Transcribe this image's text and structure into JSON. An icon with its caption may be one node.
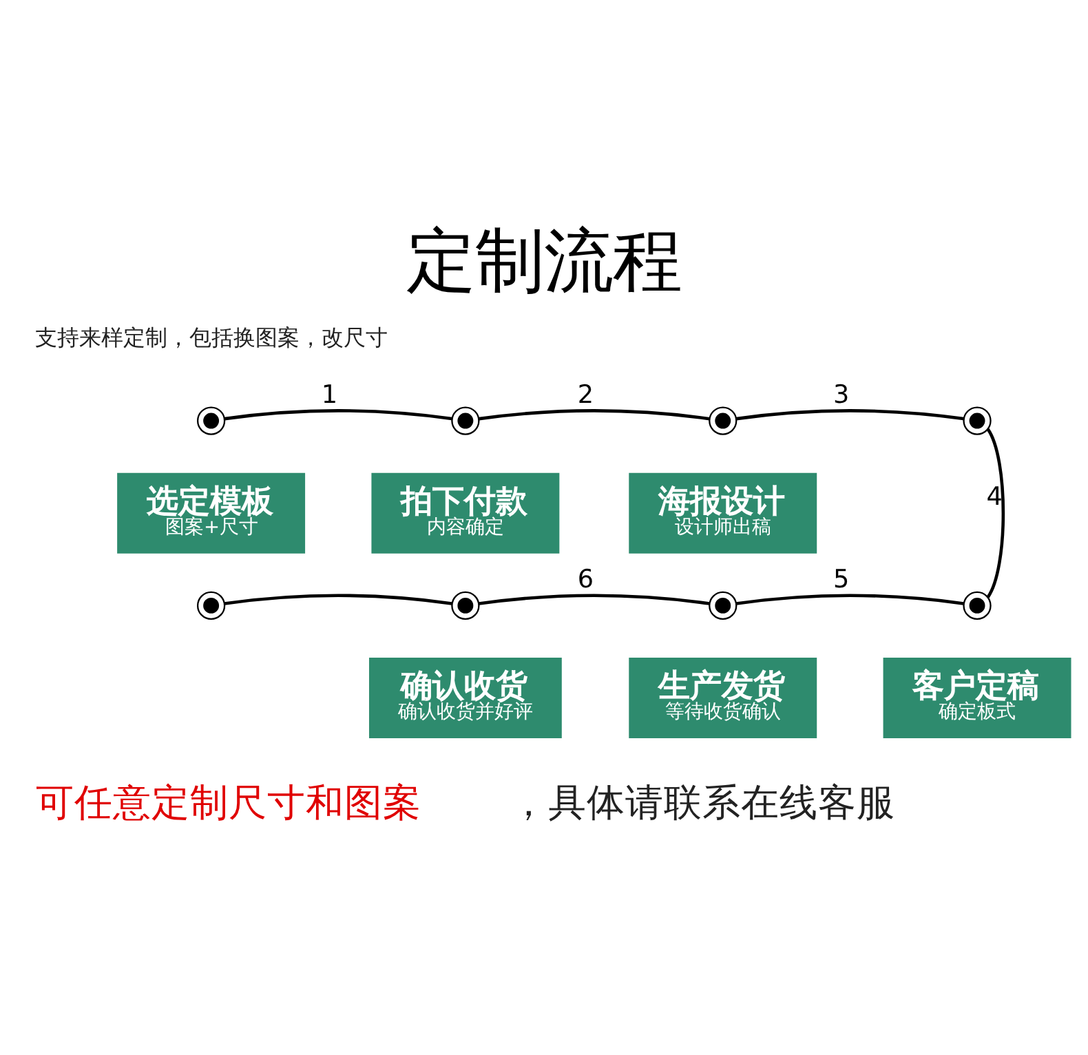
{
  "diagram": {
    "title": "定制流程",
    "nodes": [
      {
        "text": [],
        "shape": "circle"
      },
      {
        "text": [],
        "shape": "circle"
      },
      {
        "text": [],
        "shape": "circle"
      },
      {
        "text": [],
        "shape": "circle"
      },
      {
        "text": [
          "选定模板",
          "图案+尺寸"
        ]
      },
      {
        "text": [
          "拍下付款",
          "内容确定"
        ]
      },
      {
        "text": [
          "海报设计",
          "设计师出稿"
        ]
      },
      {
        "text": [],
        "shape": "circle"
      },
      {
        "text": [],
        "shape": "circle"
      },
      {
        "text": [],
        "shape": "circle"
      },
      {
        "text": [],
        "shape": "circle"
      },
      {
        "text": [
          "确认收货",
          "确认收货并好评"
        ]
      },
      {
        "text": [
          "生产发货",
          "等待收货确认"
        ]
      },
      {
        "text": [
          "客户定稿",
          "确定板式"
        ]
      }
    ],
    "edges": [
      {
        "from": 0,
        "to": 1,
        "arrow": "none",
        "label": "1"
      },
      {
        "from": 1,
        "to": 2,
        "arrow": "none",
        "label": "2"
      },
      {
        "from": 2,
        "to": 3,
        "arrow": "none",
        "label": "3"
      },
      {
        "from": 3,
        "to": 10,
        "arrow": "none",
        "label": "4"
      },
      {
        "from": 10,
        "to": 9,
        "arrow": "none",
        "label": "5"
      },
      {
        "from": 9,
        "to": 8,
        "arrow": "none",
        "label": "6"
      },
      {
        "from": 8,
        "to": 7,
        "arrow": "none"
      }
    ],
    "labels": [
      "支持来样定制，包括换图案，改尺寸",
      "可任意定制尺寸和图案",
      "，具体请联系在线客服"
    ]
  }
}
